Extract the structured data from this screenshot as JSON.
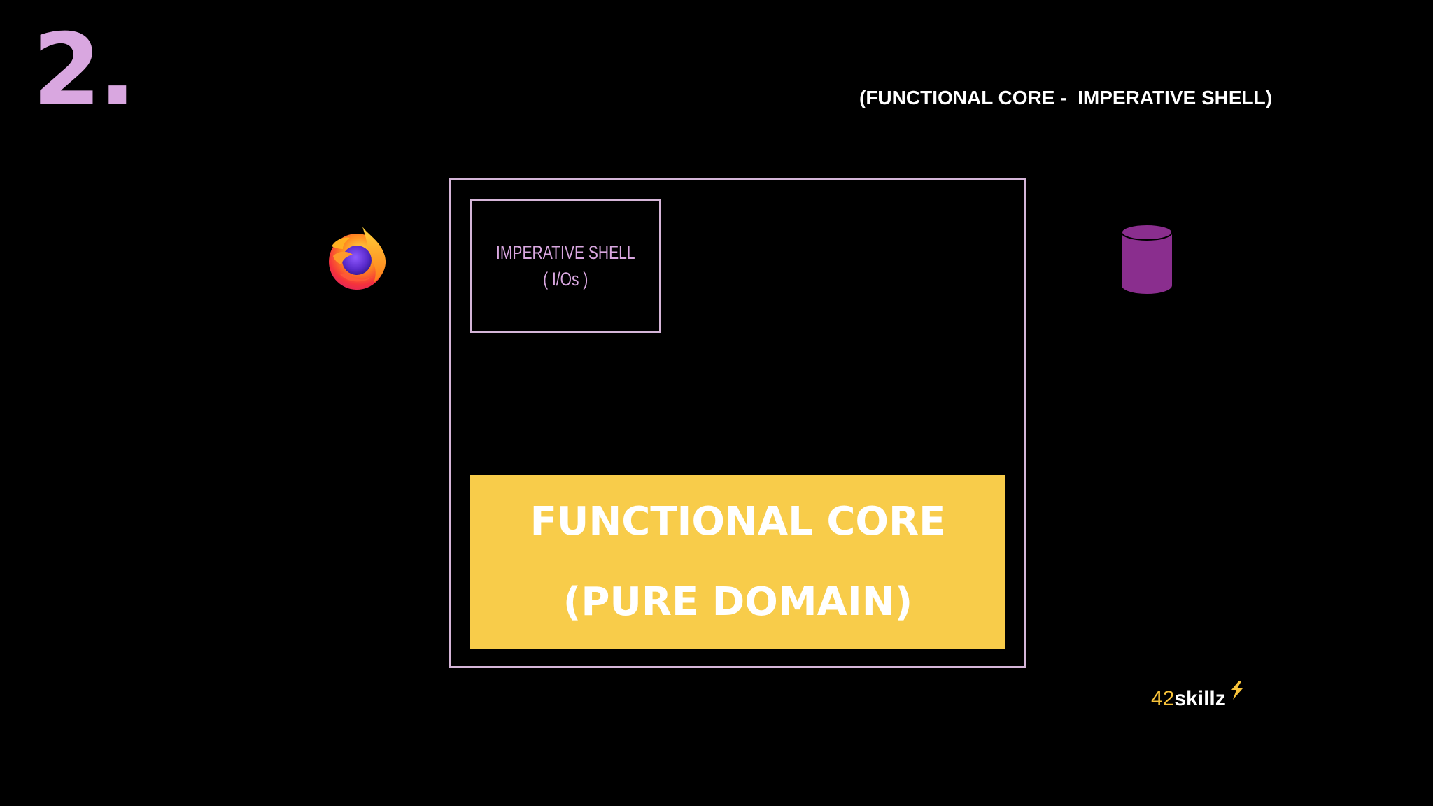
{
  "slide": {
    "number": "2.",
    "subtitle": "(FUNCTIONAL CORE -  IMPERATIVE SHELL)"
  },
  "diagram": {
    "shell": {
      "line1": "IMPERATIVE SHELL",
      "line2": "( I/Os )"
    },
    "core": {
      "line1": "FUNCTIONAL CORE",
      "line2": "(PURE DOMAIN)"
    }
  },
  "icons": {
    "left": "firefox-browser-icon",
    "right": "database-cylinder-icon"
  },
  "brand": {
    "number": "42",
    "word": "skillz"
  },
  "colors": {
    "background": "#000000",
    "accent_lilac": "#d9a7e0",
    "border": "#d5b5d8",
    "core_fill": "#f8cc4a",
    "database": "#8a2e8e",
    "brand_gold": "#f8c33a"
  }
}
